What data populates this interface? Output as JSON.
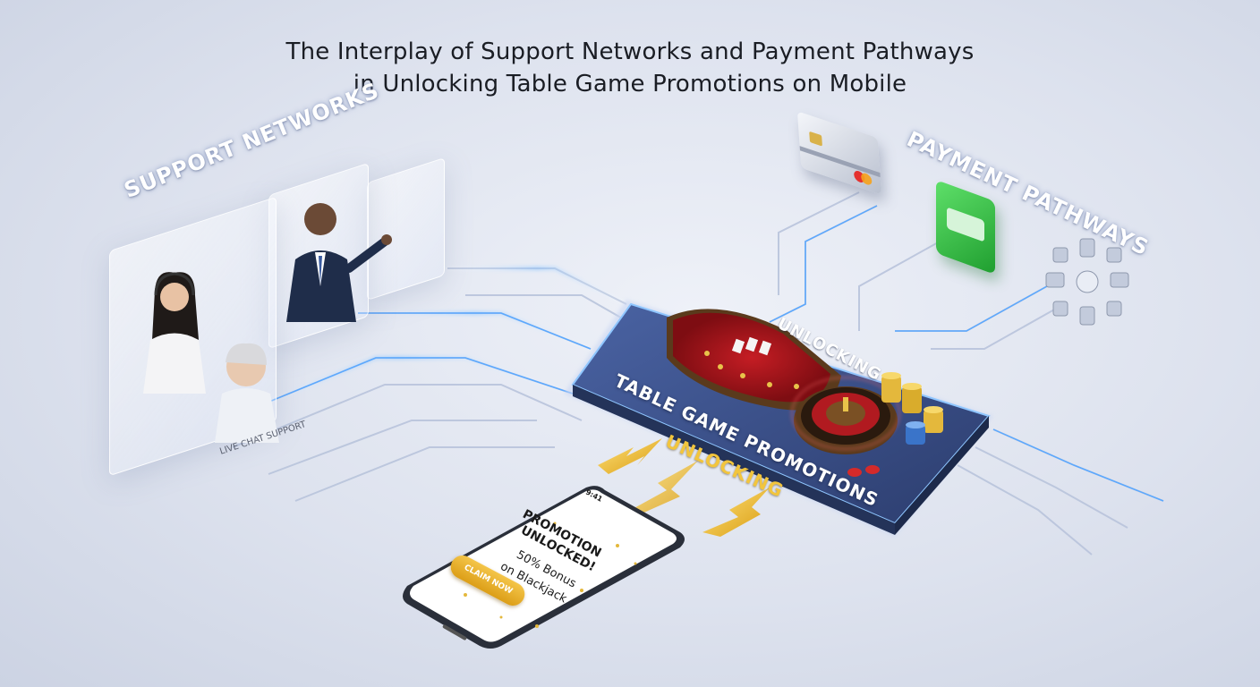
{
  "title": {
    "line1": "The Interplay of Support Networks and Payment Pathways",
    "line2": "in Unlocking Table Game Promotions on Mobile"
  },
  "labels": {
    "support_networks": "SUPPORT NETWORKS",
    "payment_pathways": "PAYMENT PATHWAYS",
    "unlocking_top": "UNLOCKING",
    "table_game_promotions": "TABLE GAME PROMOTIONS",
    "unlocking_gold": "UNLOCKING",
    "live_chat_support": "LIVE CHAT SUPPORT"
  },
  "phone": {
    "status_time": "9:41",
    "promo_line1": "PROMOTION",
    "promo_line2": "UNLOCKED!",
    "bonus_line1": "50% Bonus",
    "bonus_line2": "on Blackjack",
    "cta": "CLAIM NOW"
  },
  "icons": {
    "card": "credit-card-icon",
    "wallet": "mobile-wallet-icon",
    "network": "network-gear-icon"
  },
  "colors": {
    "accent_gold": "#f2c53d",
    "table_red": "#a3161c",
    "platform_blue": "#3a4f86",
    "wallet_green": "#2fb23f",
    "glow_blue": "#5aa8ff"
  }
}
